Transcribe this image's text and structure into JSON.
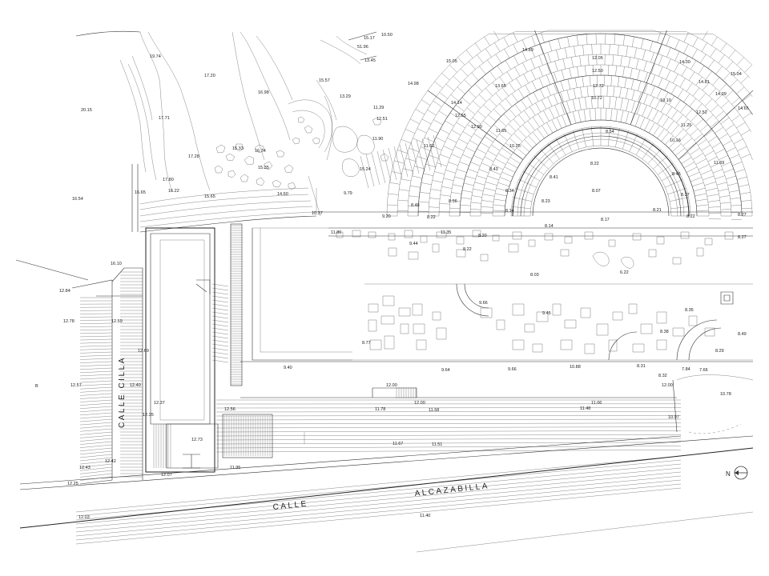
{
  "streets": {
    "alcazabilla_prefix": "CALLE",
    "alcazabilla_name": "ALCAZABILLA",
    "cilla": "CALLE CILLA"
  },
  "north_arrow": {
    "label": "N",
    "icon": "north-arrow-icon"
  },
  "edge_marker": "B",
  "elevations": [
    {
      "id": "e01",
      "value": "19.74"
    },
    {
      "id": "e02",
      "value": "17.20"
    },
    {
      "id": "e03",
      "value": "20.15"
    },
    {
      "id": "e04",
      "value": "17.71"
    },
    {
      "id": "e05",
      "value": "17.28"
    },
    {
      "id": "e06",
      "value": "16.54"
    },
    {
      "id": "e07",
      "value": "17.80"
    },
    {
      "id": "e08",
      "value": "16.65"
    },
    {
      "id": "e09",
      "value": "16.98"
    },
    {
      "id": "e10",
      "value": "15.57"
    },
    {
      "id": "e11",
      "value": "13.45"
    },
    {
      "id": "e12",
      "value": "15.17"
    },
    {
      "id": "e13",
      "value": "10.50"
    },
    {
      "id": "e14",
      "value": "51.96"
    },
    {
      "id": "e15",
      "value": "13.29"
    },
    {
      "id": "e16",
      "value": "15.05"
    },
    {
      "id": "e17",
      "value": "14.98"
    },
    {
      "id": "e18",
      "value": "14.89"
    },
    {
      "id": "e19",
      "value": "12.05"
    },
    {
      "id": "e20",
      "value": "12.50"
    },
    {
      "id": "e21",
      "value": "14.30"
    },
    {
      "id": "e22",
      "value": "13.65"
    },
    {
      "id": "e23",
      "value": "12.72"
    },
    {
      "id": "e24",
      "value": "14.81"
    },
    {
      "id": "e25",
      "value": "15.04"
    },
    {
      "id": "e26",
      "value": "14.09"
    },
    {
      "id": "e27",
      "value": "14.65"
    },
    {
      "id": "e28",
      "value": "14.14"
    },
    {
      "id": "e29",
      "value": "12.55"
    },
    {
      "id": "e30",
      "value": "10.72"
    },
    {
      "id": "e31",
      "value": "10.10"
    },
    {
      "id": "e32",
      "value": "12.52"
    },
    {
      "id": "e33",
      "value": "11.29"
    },
    {
      "id": "e34",
      "value": "12.51"
    },
    {
      "id": "e35",
      "value": "12.90"
    },
    {
      "id": "e36",
      "value": "11.65"
    },
    {
      "id": "e37",
      "value": "8.54"
    },
    {
      "id": "e38",
      "value": "11.25"
    },
    {
      "id": "e39",
      "value": "10.16"
    },
    {
      "id": "e40",
      "value": "15.33"
    },
    {
      "id": "e41",
      "value": "16.74"
    },
    {
      "id": "e42",
      "value": "10.25"
    },
    {
      "id": "e43",
      "value": "11.90"
    },
    {
      "id": "e44",
      "value": "11.60"
    },
    {
      "id": "e45",
      "value": "15.35"
    },
    {
      "id": "e46",
      "value": "15.24"
    },
    {
      "id": "e47",
      "value": "11.69"
    },
    {
      "id": "e48",
      "value": "8.43"
    },
    {
      "id": "e49",
      "value": "8.22"
    },
    {
      "id": "e50",
      "value": "8.41"
    },
    {
      "id": "e51",
      "value": "8.45"
    },
    {
      "id": "e52",
      "value": "8.34"
    },
    {
      "id": "e53",
      "value": "8.07"
    },
    {
      "id": "e54",
      "value": "8.37"
    },
    {
      "id": "e55",
      "value": "16.22"
    },
    {
      "id": "e56",
      "value": "15.65"
    },
    {
      "id": "e57",
      "value": "14.60"
    },
    {
      "id": "e58",
      "value": "9.79"
    },
    {
      "id": "e59",
      "value": "10.37"
    },
    {
      "id": "e60",
      "value": "9.20"
    },
    {
      "id": "e61",
      "value": "8.48"
    },
    {
      "id": "e62",
      "value": "8.22"
    },
    {
      "id": "e63",
      "value": "8.56"
    },
    {
      "id": "e64",
      "value": "8.14"
    },
    {
      "id": "e65",
      "value": "8.23"
    },
    {
      "id": "e66",
      "value": "8.17"
    },
    {
      "id": "e67",
      "value": "8.21"
    },
    {
      "id": "e68",
      "value": "8.22"
    },
    {
      "id": "e69",
      "value": "8.27"
    },
    {
      "id": "e70",
      "value": "11.86"
    },
    {
      "id": "e71",
      "value": "11.35"
    },
    {
      "id": "e72",
      "value": "9.44"
    },
    {
      "id": "e73",
      "value": "8.20"
    },
    {
      "id": "e74",
      "value": "8.22"
    },
    {
      "id": "e75",
      "value": "8.14"
    },
    {
      "id": "e76",
      "value": "8.27"
    },
    {
      "id": "e77",
      "value": "8.03"
    },
    {
      "id": "e78",
      "value": "6.22"
    },
    {
      "id": "e79",
      "value": "16.10"
    },
    {
      "id": "e80",
      "value": "12.84"
    },
    {
      "id": "e81",
      "value": "12.78"
    },
    {
      "id": "e82",
      "value": "12.59"
    },
    {
      "id": "e83",
      "value": "12.69"
    },
    {
      "id": "e84",
      "value": "9.66"
    },
    {
      "id": "e85",
      "value": "9.45"
    },
    {
      "id": "e86",
      "value": "8.35"
    },
    {
      "id": "e87",
      "value": "8.38"
    },
    {
      "id": "e88",
      "value": "8.49"
    },
    {
      "id": "e89",
      "value": "8.77"
    },
    {
      "id": "e90",
      "value": "9.40"
    },
    {
      "id": "e91",
      "value": "9.64"
    },
    {
      "id": "e92",
      "value": "9.66"
    },
    {
      "id": "e93",
      "value": "10.88"
    },
    {
      "id": "e94",
      "value": "8.31"
    },
    {
      "id": "e95",
      "value": "7.84"
    },
    {
      "id": "e96",
      "value": "7.66"
    },
    {
      "id": "e97",
      "value": "8.32"
    },
    {
      "id": "e98",
      "value": "8.29"
    },
    {
      "id": "e99",
      "value": "12.57"
    },
    {
      "id": "e100",
      "value": "12.40"
    },
    {
      "id": "e101",
      "value": "12.37"
    },
    {
      "id": "e102",
      "value": "12.35"
    },
    {
      "id": "e103",
      "value": "12.56"
    },
    {
      "id": "e104",
      "value": "12.00"
    },
    {
      "id": "e105",
      "value": "12.00"
    },
    {
      "id": "e106",
      "value": "12.00"
    },
    {
      "id": "e107",
      "value": "11.78"
    },
    {
      "id": "e108",
      "value": "11.58"
    },
    {
      "id": "e109",
      "value": "11.06"
    },
    {
      "id": "e110",
      "value": "11.48"
    },
    {
      "id": "e111",
      "value": "10.97"
    },
    {
      "id": "e112",
      "value": "10.78"
    },
    {
      "id": "e113",
      "value": "12.73"
    },
    {
      "id": "e114",
      "value": "11.67"
    },
    {
      "id": "e115",
      "value": "11.51"
    },
    {
      "id": "e116",
      "value": "12.42"
    },
    {
      "id": "e117",
      "value": "12.43"
    },
    {
      "id": "e118",
      "value": "12.07"
    },
    {
      "id": "e119",
      "value": "11.95"
    },
    {
      "id": "e120",
      "value": "12.25"
    },
    {
      "id": "e121",
      "value": "12.03"
    },
    {
      "id": "e122",
      "value": "11.40"
    }
  ]
}
